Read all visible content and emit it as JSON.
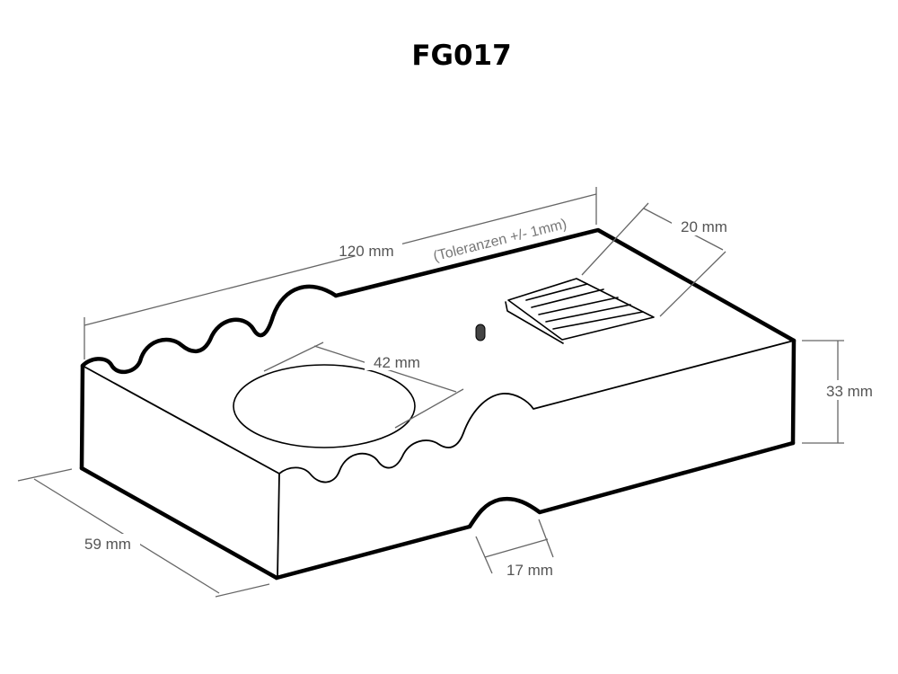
{
  "title": "FG017",
  "dimensions": {
    "length": "120 mm",
    "tolerance": "(Toleranzen +/- 1mm)",
    "slot_width": "20 mm",
    "height": "33 mm",
    "hole_diameter": "42 mm",
    "depth": "59 mm",
    "notch_width": "17 mm"
  }
}
